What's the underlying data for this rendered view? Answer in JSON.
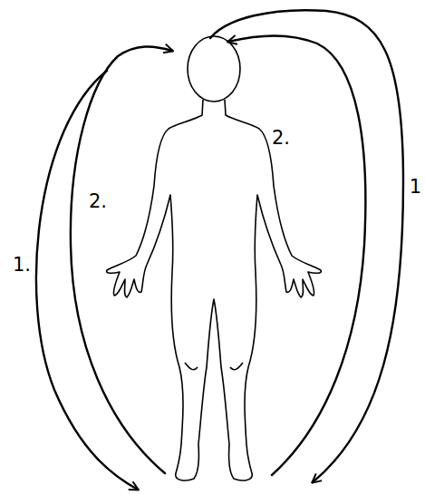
{
  "diagram": {
    "labels": [
      "1.",
      "2.",
      "2.",
      "1"
    ]
  }
}
